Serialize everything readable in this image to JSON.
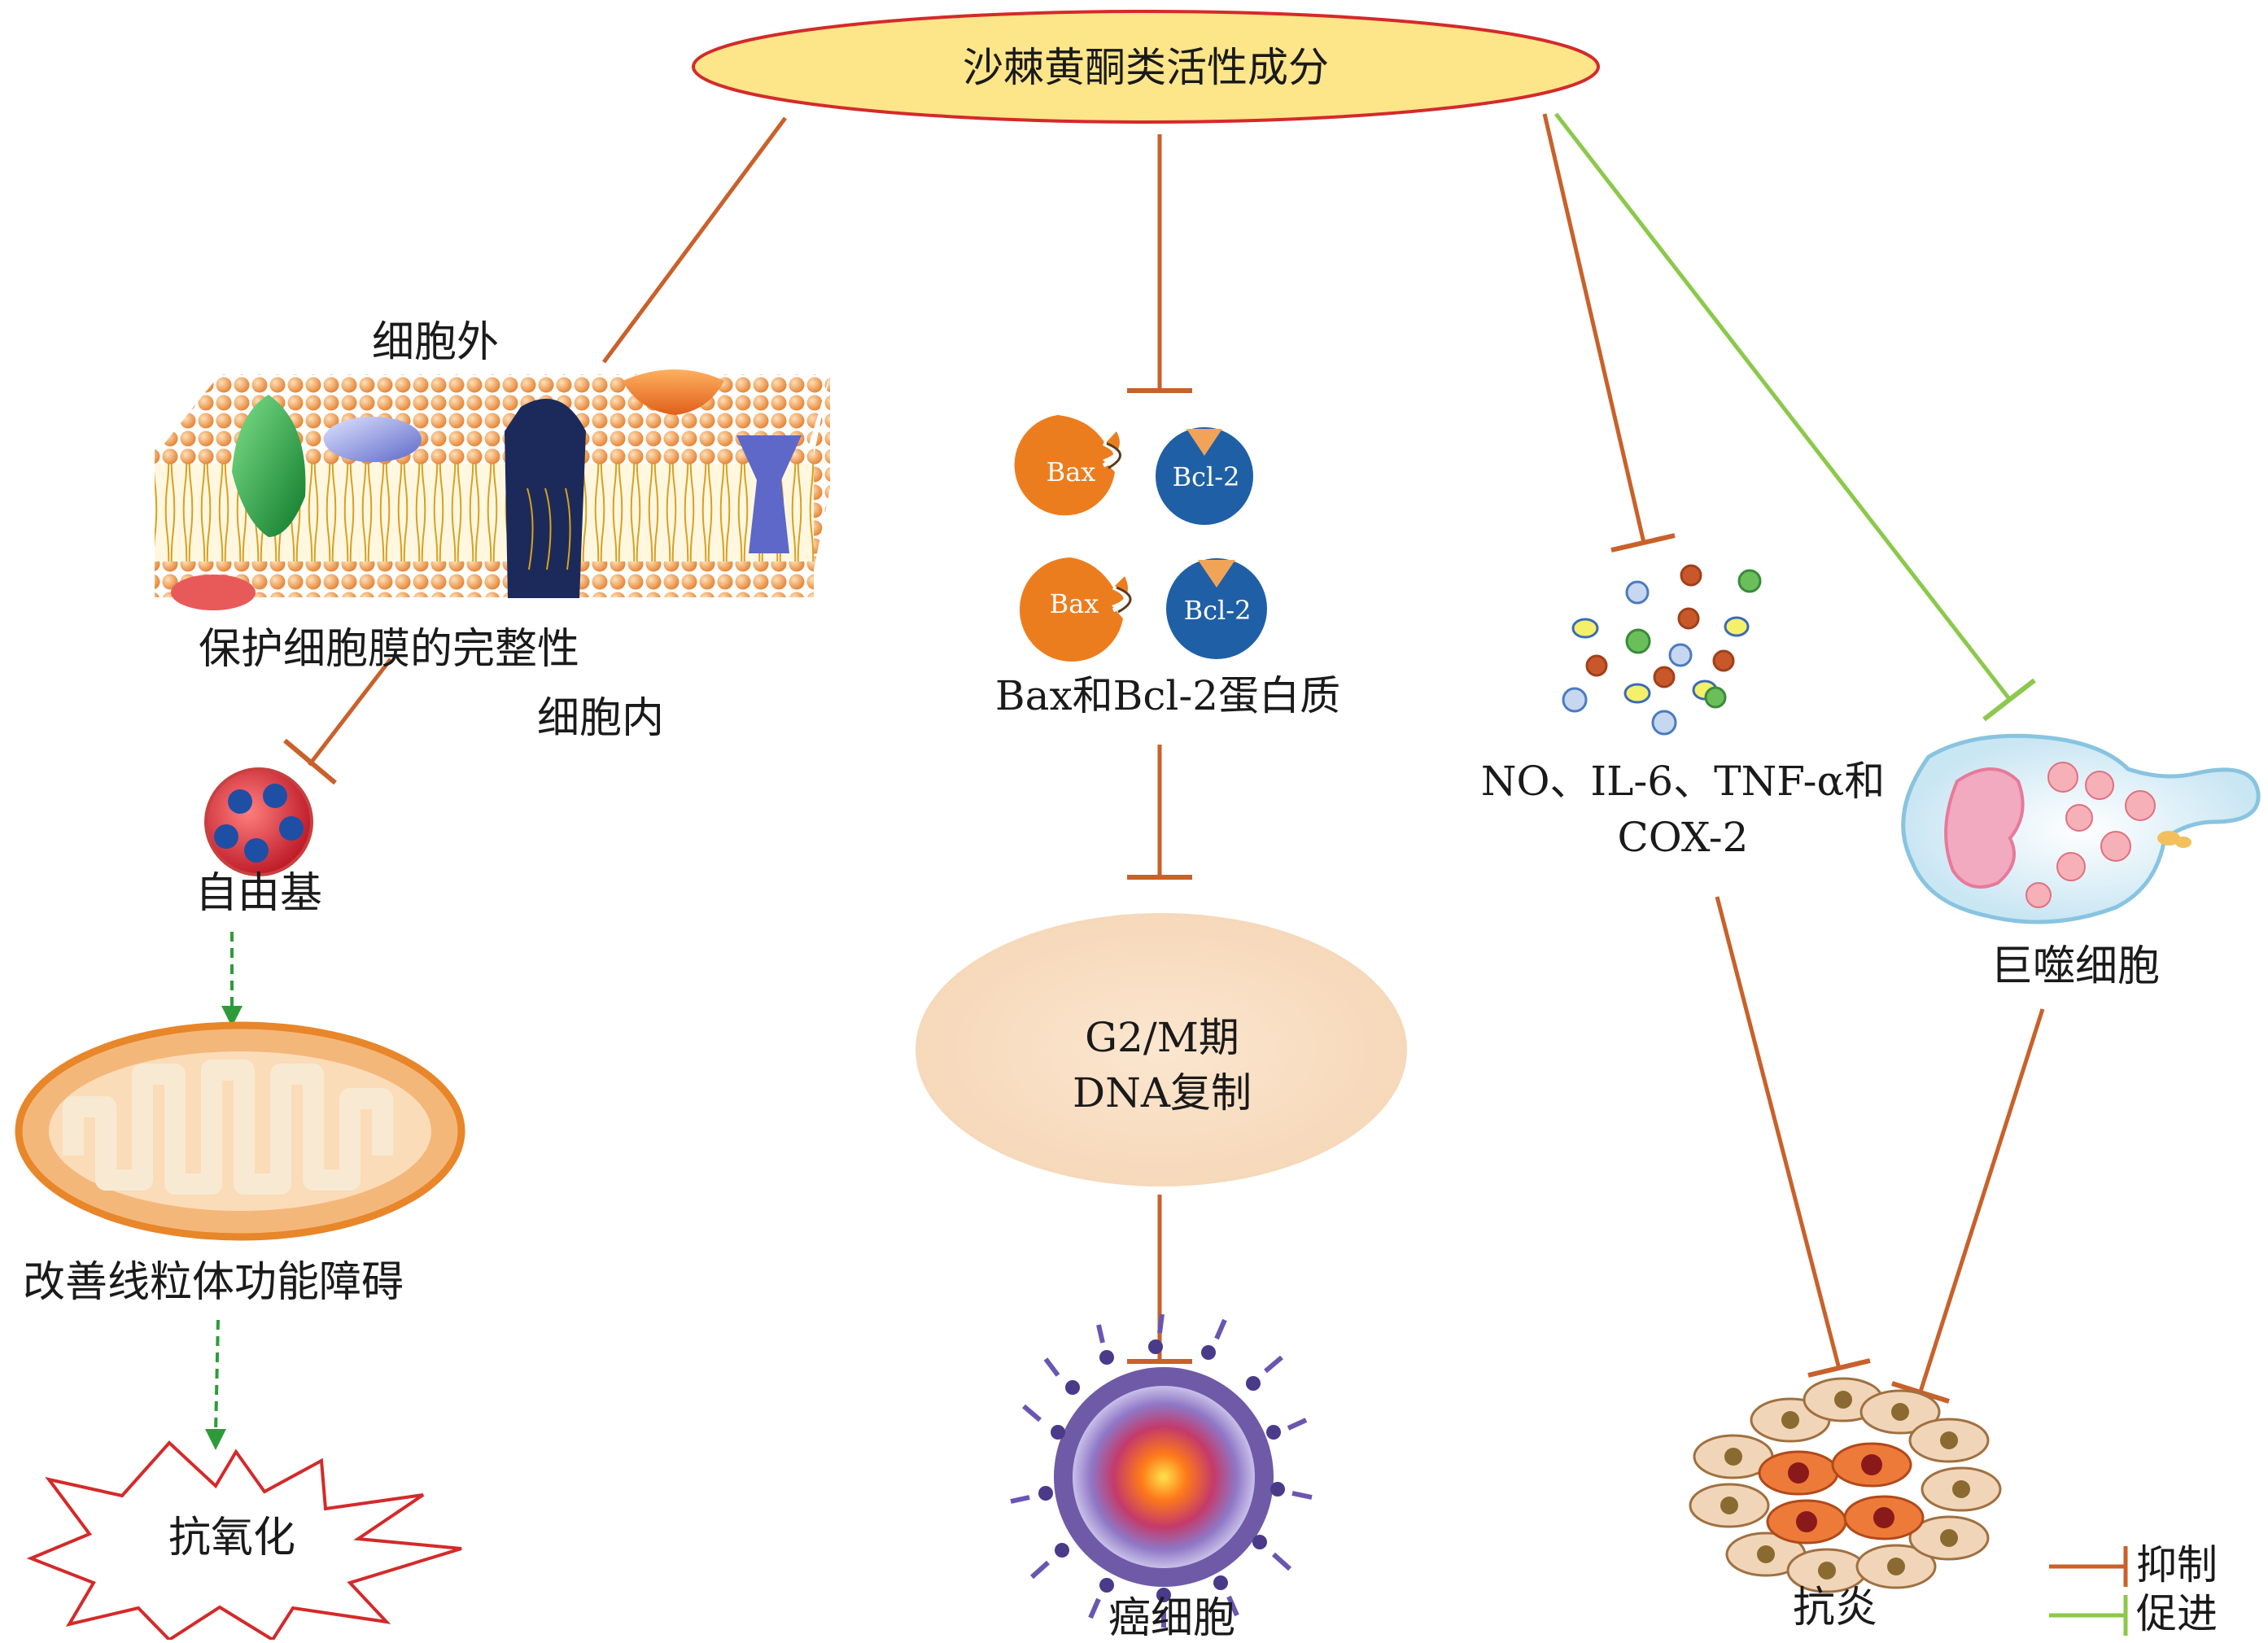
{
  "title": "沙棘黄酮类活性成分",
  "membrane": {
    "outside_label": "细胞外",
    "inside_label": "细胞内",
    "effect_label": "保护细胞膜的完整性"
  },
  "free_radical_label": "自由基",
  "mitochondria_label": "改善线粒体功能障碍",
  "antioxidant_label": "抗氧化",
  "bax_label": "Bax",
  "bcl2_label": "Bcl-2",
  "proteins_label": "Bax和Bcl-2蛋白质",
  "cell_cycle": {
    "line1": "G2/M期",
    "line2": "DNA复制"
  },
  "cancer_cell_label": "癌细胞",
  "cytokines": {
    "line1": "NO、IL-6、TNF-α和",
    "line2": "COX-2"
  },
  "macrophage_label": "巨噬细胞",
  "anti_inflammation_label": "抗炎",
  "legend": [
    {
      "label": "抑制",
      "color": "#c8612a"
    },
    {
      "label": "促进",
      "color": "#8cc84b"
    }
  ],
  "colors": {
    "inhibit": "#c8612a",
    "promote": "#8cc84b",
    "dashed_promote": "#2e9b3a",
    "title_fill": "#fde58a",
    "title_stroke": "#d42a2a",
    "bax": "#ec7d1e",
    "bcl2": "#1f5fa5"
  }
}
